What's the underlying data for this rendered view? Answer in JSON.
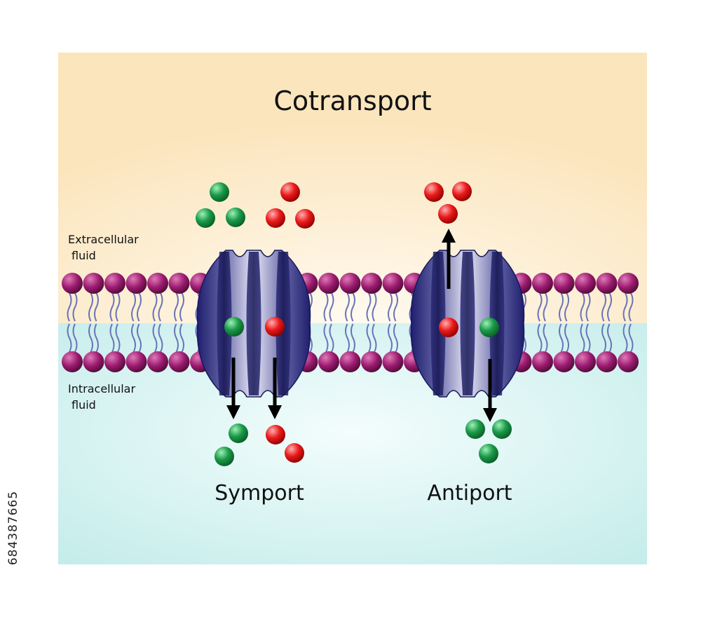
{
  "title": "Cotransport",
  "regions": {
    "extracellular_label": [
      "Extracellular",
      "fluid"
    ],
    "intracellular_label": [
      "Intracellular",
      "fluid"
    ]
  },
  "transporters": {
    "symport": {
      "label": "Symport"
    },
    "antiport": {
      "label": "Antiport"
    }
  },
  "colors": {
    "extracellular_bg": "#fbe5bd",
    "intracellular_bg": "#c3ecea",
    "phospholipid_head": "#9b1b6f",
    "lipid_tail": "#6a73b8",
    "protein_dark": "#1f1f6e",
    "protein_light": "#e6e6f6",
    "molecule_green": "#1a9a48",
    "molecule_red": "#ea1a1a",
    "arrow": "#000000"
  },
  "stock_id": "684387665"
}
